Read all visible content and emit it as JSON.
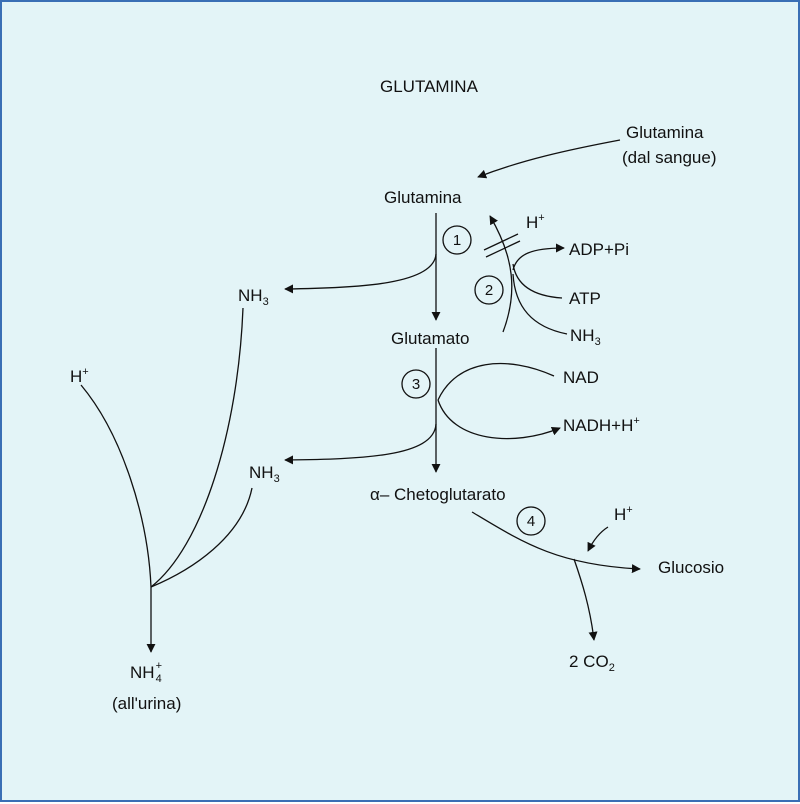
{
  "title": "GLUTAMINA",
  "blood_glutamine": {
    "line1": "Glutamina",
    "line2": "(dal sangue)"
  },
  "metabolites": {
    "glutamine": "Glutamina",
    "glutamate": "Glutamato",
    "alpha_ketoglutarate": "α– Chetoglutarato",
    "glucose": "Glucosio"
  },
  "cofactors": {
    "h_plus_step2": {
      "base": "H",
      "sup": "+"
    },
    "adp_pi": "ADP+Pi",
    "atp": "ATP",
    "nh3_step2": {
      "base": "NH",
      "sub": "3"
    },
    "nad": "NAD",
    "nadh": {
      "base": "NADH+H",
      "sup": "+"
    },
    "h_plus_step4": {
      "base": "H",
      "sup": "+"
    },
    "co2": {
      "base": "2 CO",
      "sub": "2"
    }
  },
  "ammonia": {
    "nh3_step1": {
      "base": "NH",
      "sub": "3"
    },
    "nh3_step3": {
      "base": "NH",
      "sub": "3"
    },
    "h_plus_urine": {
      "base": "H",
      "sup": "+"
    },
    "nh4": {
      "base": "NH",
      "sup": "+",
      "sub": "4"
    },
    "urine_label": "(all'urina)"
  },
  "steps": [
    "1",
    "2",
    "3",
    "4"
  ],
  "colors": {
    "background": "#e3f4f7",
    "border": "#3a6fb5",
    "stroke": "#111111"
  }
}
